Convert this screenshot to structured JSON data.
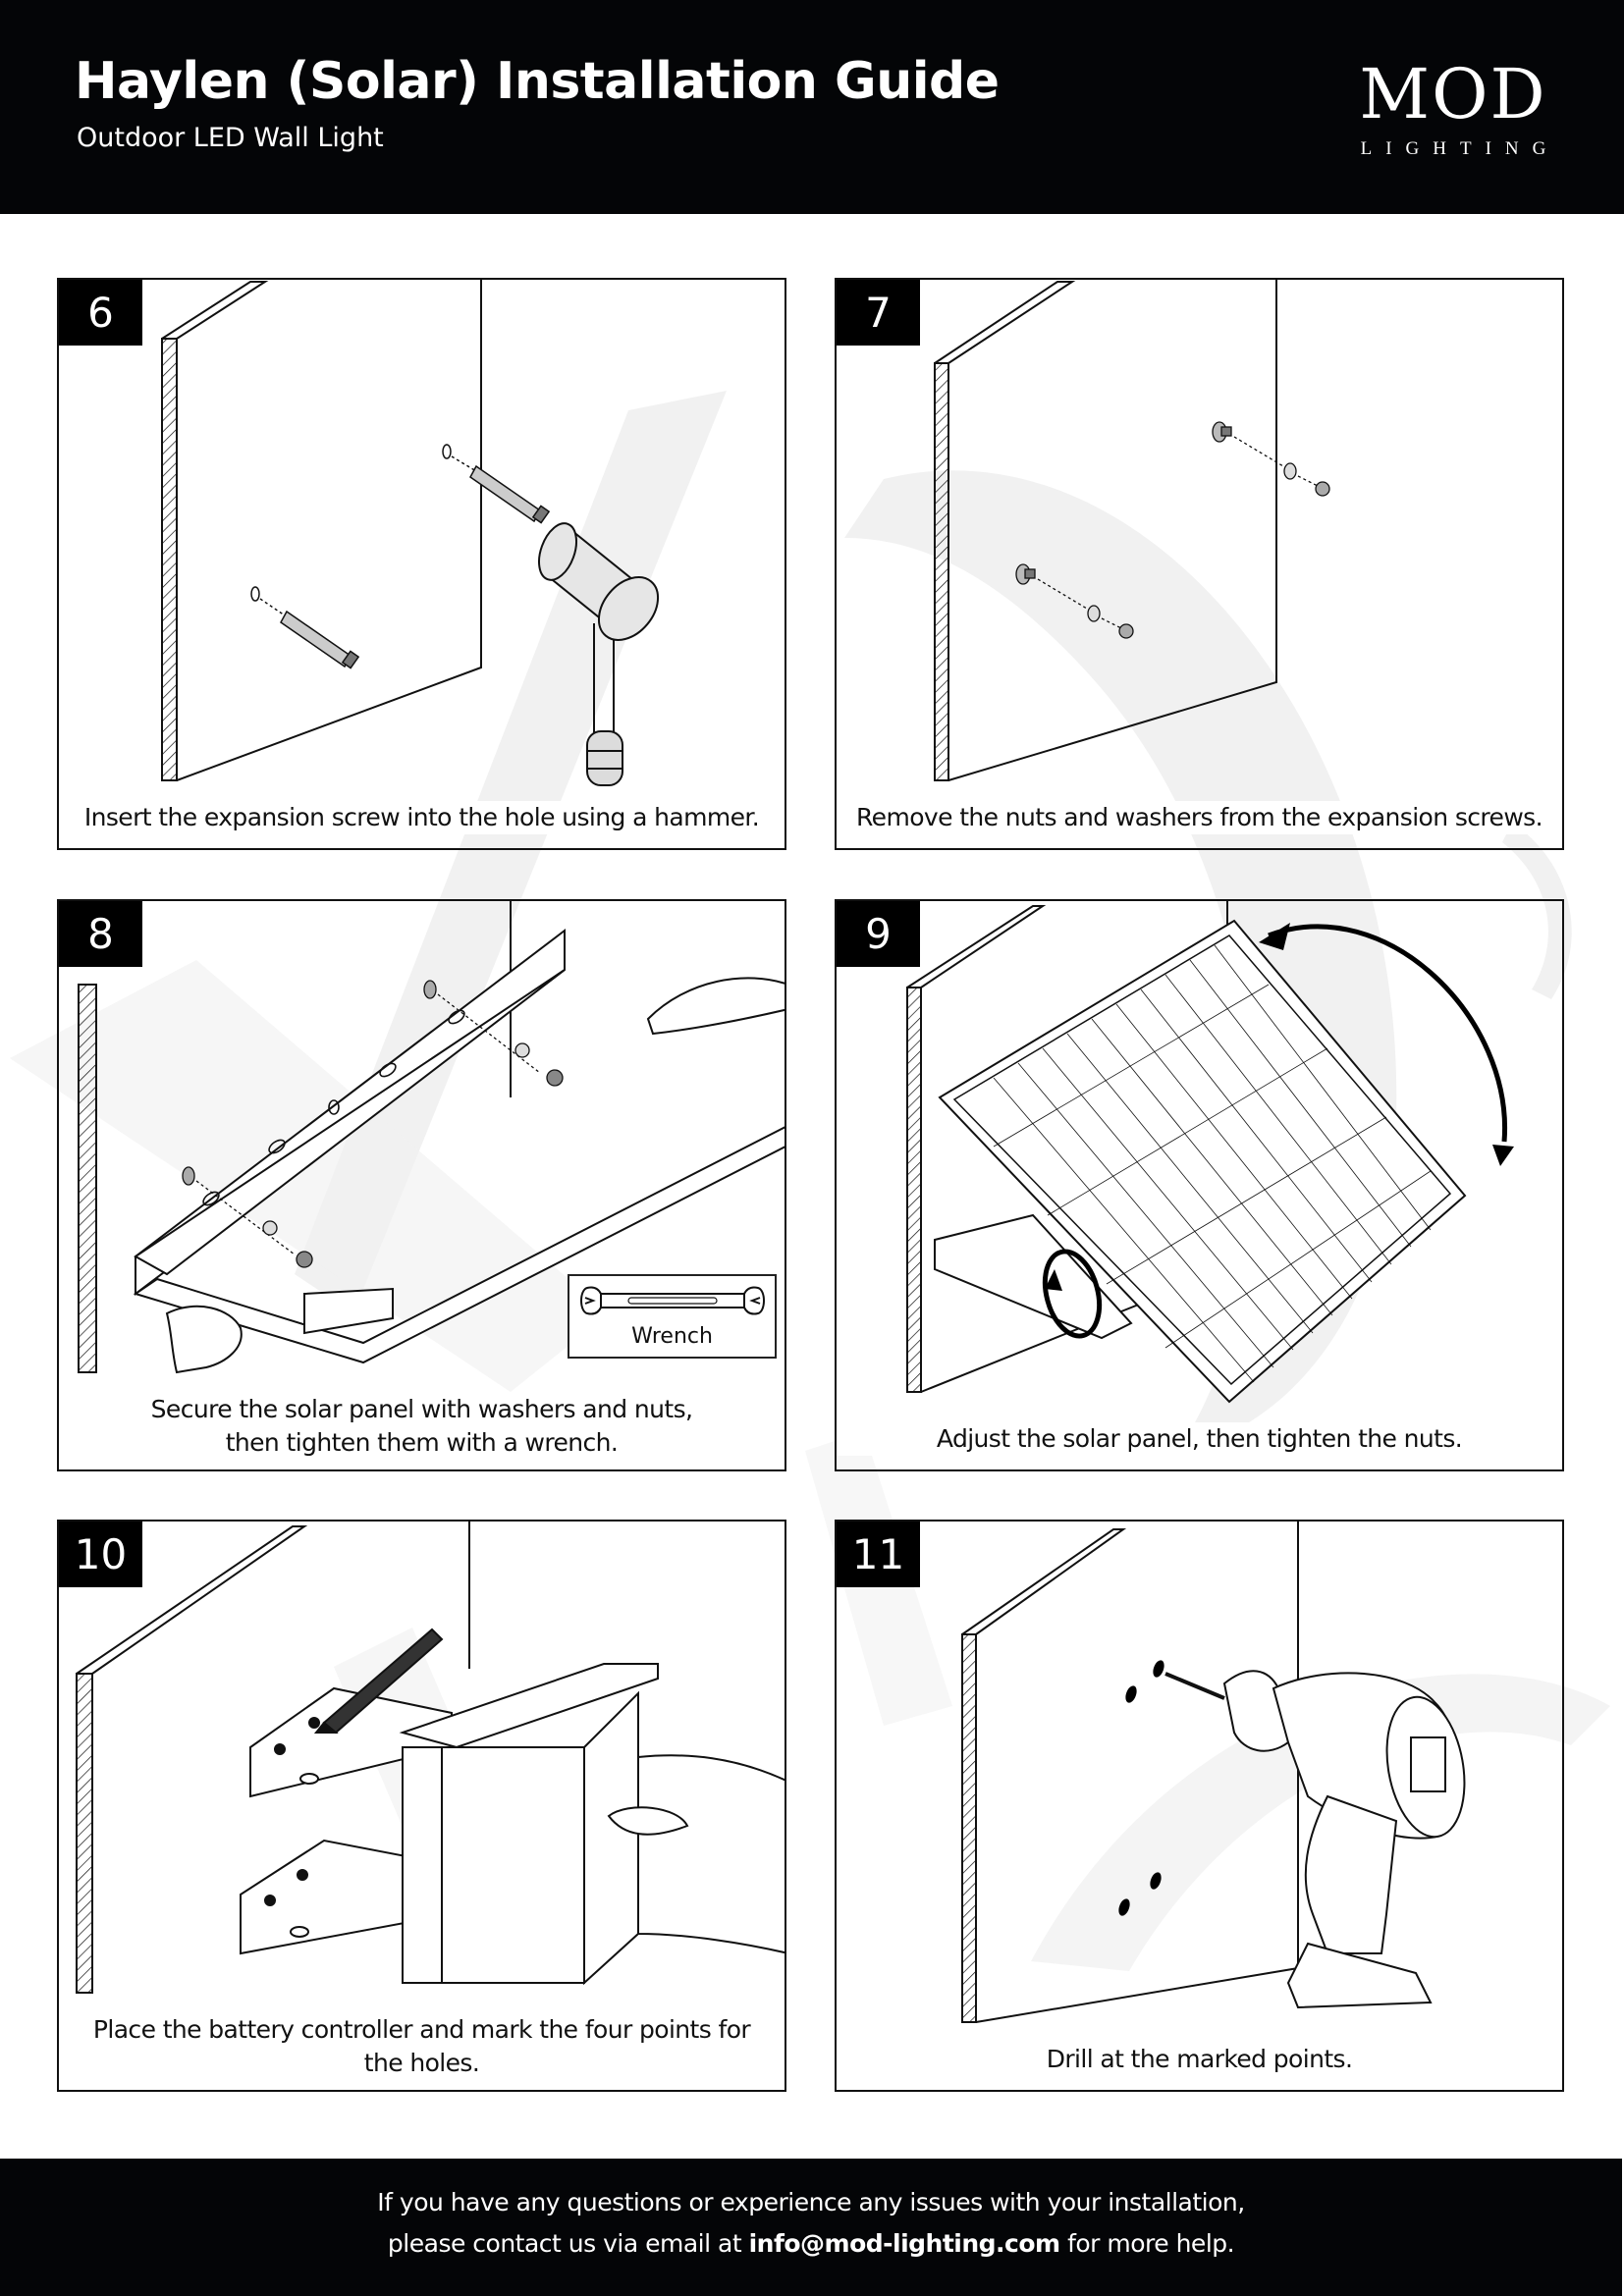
{
  "header": {
    "title": "Haylen (Solar) Installation Guide",
    "subtitle": "Outdoor LED Wall Light",
    "logo": {
      "wordmark": "MOD",
      "tagline": "LIGHTING"
    }
  },
  "colors": {
    "header_bg": "#040507",
    "text_dark": "#111111",
    "watermark": "#efefef"
  },
  "steps": [
    {
      "number": "6",
      "caption": "Insert the expansion screw into the hole using a hammer.",
      "illustration": "hammer-expansion-screw"
    },
    {
      "number": "7",
      "caption": "Remove the nuts and washers from the expansion screws.",
      "illustration": "remove-nuts-washers"
    },
    {
      "number": "8",
      "caption_line1": "Secure the solar panel with washers and nuts,",
      "caption_line2": "then tighten them with a wrench.",
      "tool_label": "Wrench",
      "illustration": "secure-solar-panel"
    },
    {
      "number": "9",
      "caption": "Adjust the solar panel, then tighten the nuts.",
      "illustration": "adjust-solar-panel"
    },
    {
      "number": "10",
      "caption_line1": "Place the battery controller and mark the four points for",
      "caption_line2": "the holes.",
      "illustration": "mark-battery-controller"
    },
    {
      "number": "11",
      "caption": "Drill at the marked points.",
      "illustration": "drill-holes"
    }
  ],
  "footer": {
    "line1": "If you have any questions or experience any issues with your installation,",
    "line2_prefix": "please contact us via email at",
    "email": "info@mod-lighting.com",
    "line2_suffix": "for more help."
  }
}
